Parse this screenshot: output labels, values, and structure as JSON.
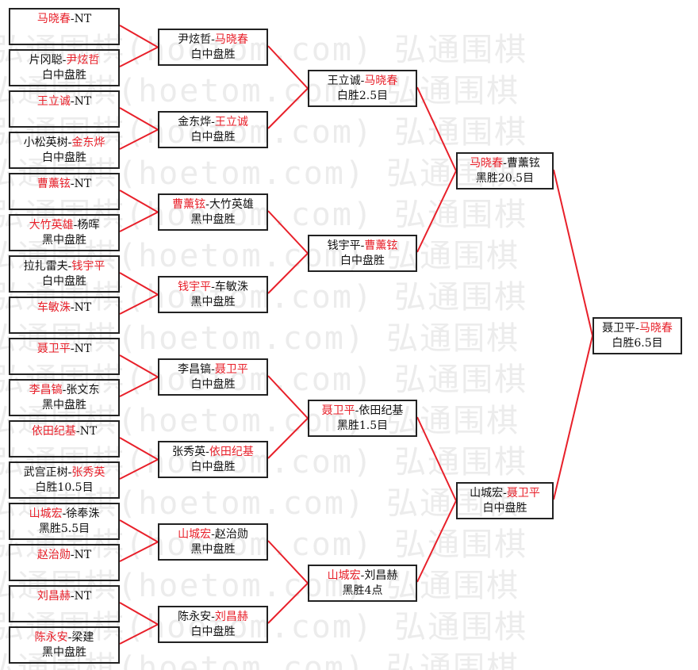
{
  "watermark": "弘通围棋(hoetom.com) 弘通围棋",
  "colors": {
    "winner": "#e8202a",
    "line": "#e8202a",
    "border": "#222222"
  },
  "rounds": [
    [
      {
        "a": "马晓春",
        "b": "NT",
        "winner": 0,
        "result": ""
      },
      {
        "a": "片冈聪",
        "b": "尹炫哲",
        "winner": 1,
        "result": "白中盘胜"
      },
      {
        "a": "王立诚",
        "b": "NT",
        "winner": 0,
        "result": ""
      },
      {
        "a": "小松英树",
        "b": "金东烨",
        "winner": 1,
        "result": "白中盘胜"
      },
      {
        "a": "曹薰铉",
        "b": "NT",
        "winner": 0,
        "result": ""
      },
      {
        "a": "大竹英雄",
        "b": "杨晖",
        "winner": 0,
        "result": "黑中盘胜"
      },
      {
        "a": "拉扎雷夫",
        "b": "钱宇平",
        "winner": 1,
        "result": "白中盘胜"
      },
      {
        "a": "车敏洙",
        "b": "NT",
        "winner": 0,
        "result": ""
      },
      {
        "a": "聂卫平",
        "b": "NT",
        "winner": 0,
        "result": ""
      },
      {
        "a": "李昌镐",
        "b": "张文东",
        "winner": 0,
        "result": "黑中盘胜"
      },
      {
        "a": "依田纪基",
        "b": "NT",
        "winner": 0,
        "result": ""
      },
      {
        "a": "武宫正树",
        "b": "张秀英",
        "winner": 1,
        "result": "白胜10.5目"
      },
      {
        "a": "山城宏",
        "b": "徐奉洙",
        "winner": 0,
        "result": "黑胜5.5目"
      },
      {
        "a": "赵治勋",
        "b": "NT",
        "winner": 0,
        "result": ""
      },
      {
        "a": "刘昌赫",
        "b": "NT",
        "winner": 0,
        "result": ""
      },
      {
        "a": "陈永安",
        "b": "梁建",
        "winner": 0,
        "result": "黑中盘胜"
      }
    ],
    [
      {
        "a": "尹炫哲",
        "b": "马晓春",
        "winner": 1,
        "result": "白中盘胜"
      },
      {
        "a": "金东烨",
        "b": "王立诚",
        "winner": 1,
        "result": "白中盘胜"
      },
      {
        "a": "曹薰铉",
        "b": "大竹英雄",
        "winner": 0,
        "result": "黑中盘胜"
      },
      {
        "a": "钱宇平",
        "b": "车敏洙",
        "winner": 0,
        "result": "黑中盘胜"
      },
      {
        "a": "李昌镐",
        "b": "聂卫平",
        "winner": 1,
        "result": "白中盘胜"
      },
      {
        "a": "张秀英",
        "b": "依田纪基",
        "winner": 1,
        "result": "白中盘胜"
      },
      {
        "a": "山城宏",
        "b": "赵治勋",
        "winner": 0,
        "result": "黑中盘胜"
      },
      {
        "a": "陈永安",
        "b": "刘昌赫",
        "winner": 1,
        "result": "白中盘胜"
      }
    ],
    [
      {
        "a": "王立诚",
        "b": "马晓春",
        "winner": 1,
        "result": "白胜2.5目"
      },
      {
        "a": "钱宇平",
        "b": "曹薰铉",
        "winner": 1,
        "result": "白中盘胜"
      },
      {
        "a": "聂卫平",
        "b": "依田纪基",
        "winner": 0,
        "result": "黑胜1.5目"
      },
      {
        "a": "山城宏",
        "b": "刘昌赫",
        "winner": 0,
        "result": "黑胜4点"
      }
    ],
    [
      {
        "a": "马晓春",
        "b": "曹薰铉",
        "winner": 0,
        "result": "黑胜20.5目"
      },
      {
        "a": "山城宏",
        "b": "聂卫平",
        "winner": 1,
        "result": "白中盘胜"
      }
    ],
    [
      {
        "a": "聂卫平",
        "b": "马晓春",
        "winner": 1,
        "result": "白胜6.5目"
      }
    ]
  ]
}
